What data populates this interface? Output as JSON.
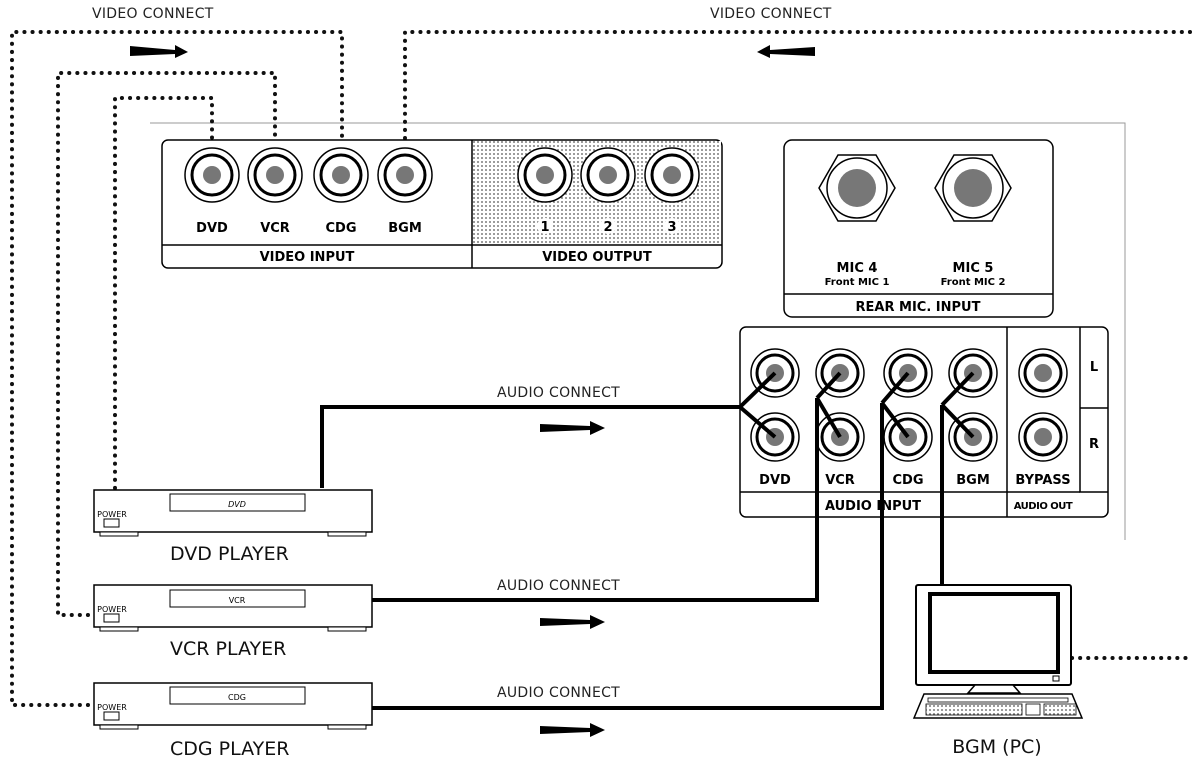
{
  "video_connect_label": "VIDEO CONNECT",
  "audio_connect_label": "AUDIO CONNECT",
  "video_input": {
    "title": "VIDEO INPUT",
    "jacks": [
      "DVD",
      "VCR",
      "CDG",
      "BGM"
    ]
  },
  "video_output": {
    "title": "VIDEO OUTPUT",
    "jacks": [
      "1",
      "2",
      "3"
    ]
  },
  "rear_mic": {
    "title": "REAR MIC. INPUT",
    "jacks": [
      {
        "name": "MIC 4",
        "sub": "Front MIC 1"
      },
      {
        "name": "MIC 5",
        "sub": "Front MIC 2"
      }
    ]
  },
  "audio_input": {
    "title": "AUDIO INPUT",
    "jacks": [
      "DVD",
      "VCR",
      "CDG",
      "BGM"
    ]
  },
  "audio_out": {
    "title": "AUDIO OUT",
    "jack": "BYPASS",
    "channels": [
      "L",
      "R"
    ]
  },
  "devices": {
    "dvd": {
      "label": "DVD PLAYER",
      "display": "DVD",
      "power": "POWER"
    },
    "vcr": {
      "label": "VCR PLAYER",
      "display": "VCR",
      "power": "POWER"
    },
    "cdg": {
      "label": "CDG PLAYER",
      "display": "CDG",
      "power": "POWER"
    },
    "pc": {
      "label": "BGM (PC)"
    }
  },
  "colors": {
    "line": "#000000",
    "jack_center": "#777777",
    "panel_bg": "#ffffff"
  }
}
